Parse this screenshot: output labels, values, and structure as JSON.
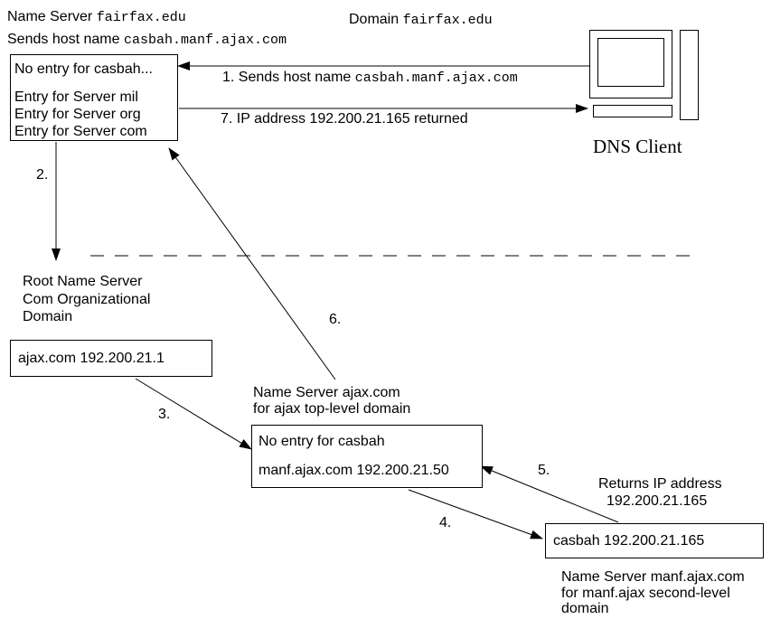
{
  "top_left": {
    "name_server_prefix": "Name Server",
    "name_server_domain": "fairfax.edu",
    "sends_prefix": "Sends host name",
    "sends_host": "casbah.manf.ajax.com"
  },
  "domain_header": {
    "prefix": "Domain",
    "domain": "fairfax.edu"
  },
  "fairfax_box": {
    "line1": "No entry for casbah...",
    "line2": "Entry for Server mil",
    "line3": "Entry for Server org",
    "line4": "Entry for Server com"
  },
  "client": {
    "label": "DNS Client"
  },
  "steps": {
    "s1_prefix": "1. Sends host name",
    "s1_host": "casbah.manf.ajax.com",
    "s2": "2.",
    "s3": "3.",
    "s4": "4.",
    "s5": "5.",
    "s6": "6.",
    "s7": "7. IP address 192.200.21.165 returned"
  },
  "root": {
    "line1": "Root Name Server",
    "line2": "Com Organizational",
    "line3": "Domain",
    "box": "ajax.com  192.200.21.1"
  },
  "ajax_server": {
    "line1": "Name Server ajax.com",
    "line2": "for ajax top-level domain",
    "box_line1": "No entry for casbah",
    "box_line2": "manf.ajax.com 192.200.21.50"
  },
  "returns": {
    "line1": "Returns IP address",
    "line2": "192.200.21.165"
  },
  "manf_server": {
    "box": "casbah 192.200.21.165",
    "line1": "Name Server manf.ajax.com",
    "line2": "for manf.ajax second-level",
    "line3": "domain"
  }
}
